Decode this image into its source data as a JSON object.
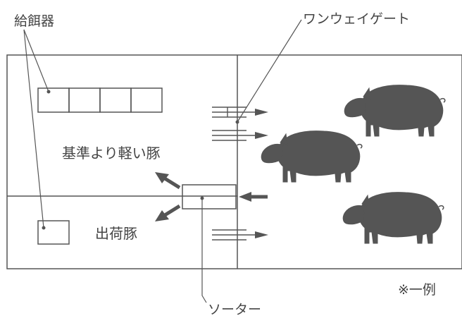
{
  "labels": {
    "feeder": "給餌器",
    "one_way_gate": "ワンウェイゲート",
    "lighter_pigs": "基準より軽い豚",
    "shipped_pigs": "出荷豚",
    "sorter": "ソーター",
    "note": "※一例"
  },
  "colors": {
    "line": "#555555",
    "pig": "#555555",
    "text": "#444444",
    "background": "#ffffff"
  }
}
